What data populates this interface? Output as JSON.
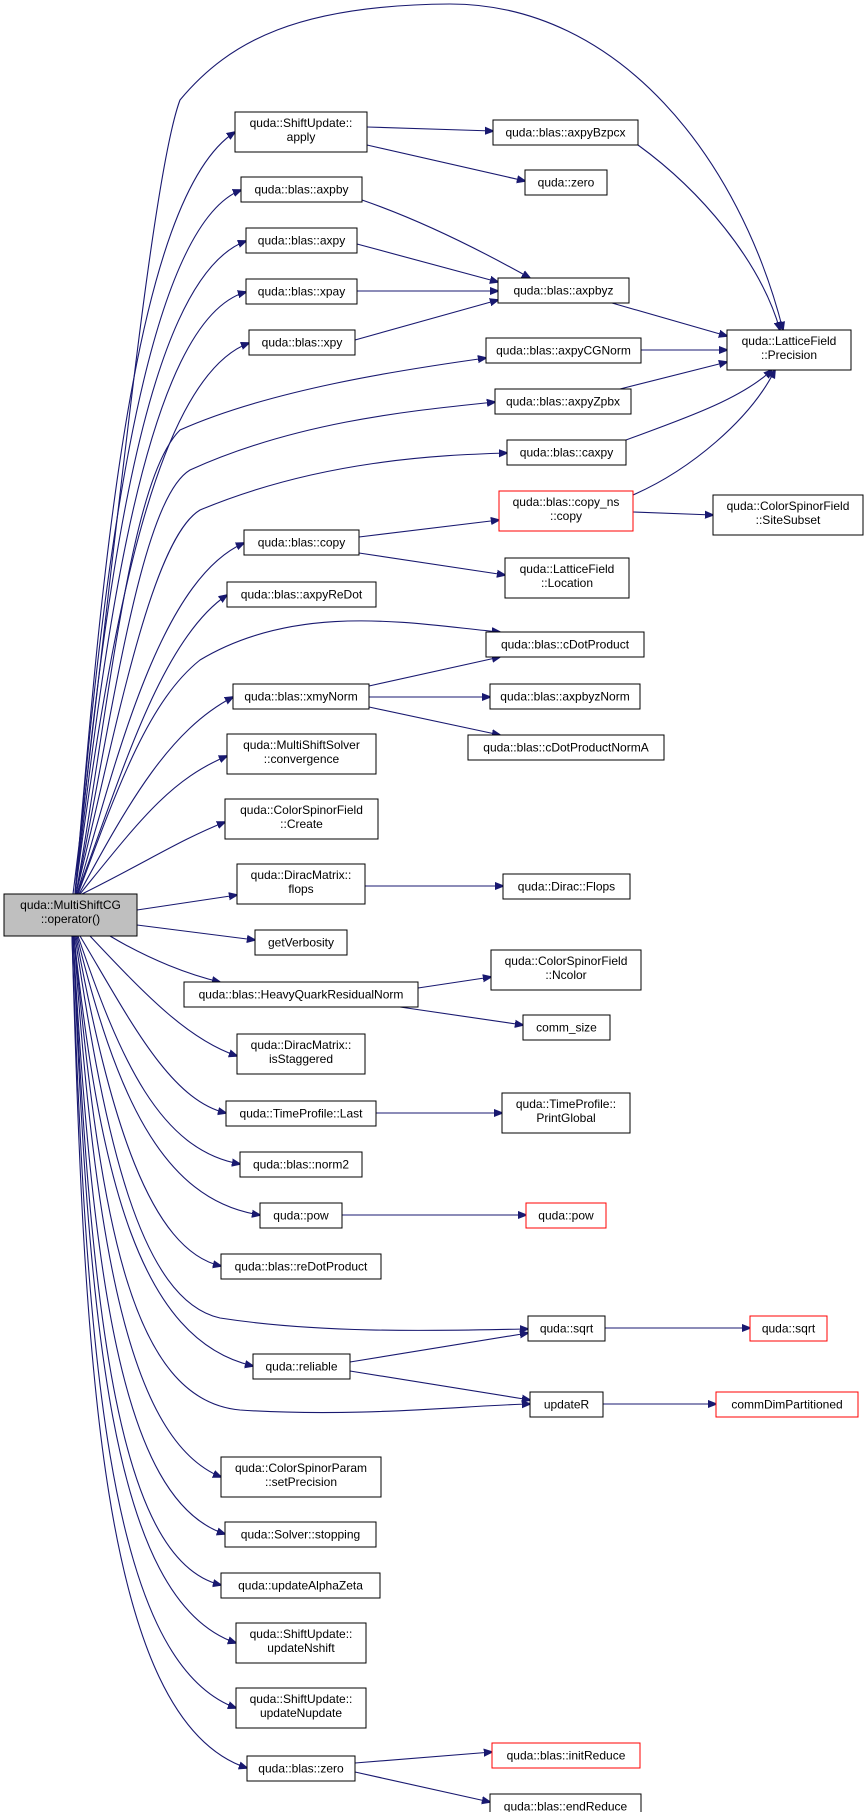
{
  "graph": {
    "colors": {
      "edge": "#191970",
      "box_border": "#000000",
      "truncated_border": "#ff0000",
      "root_fill": "#bfbfbf",
      "background": "#ffffff"
    },
    "nodes": [
      {
        "id": "root",
        "lines": [
          "quda::MultiShiftCG",
          "::operator()"
        ],
        "style": "root"
      },
      {
        "id": "shiftApply",
        "lines": [
          "quda::ShiftUpdate::",
          "apply"
        ]
      },
      {
        "id": "axpyBzpcx",
        "lines": [
          "quda::blas::axpyBzpcx"
        ]
      },
      {
        "id": "zero",
        "lines": [
          "quda::zero"
        ]
      },
      {
        "id": "axpby",
        "lines": [
          "quda::blas::axpby"
        ]
      },
      {
        "id": "axpy",
        "lines": [
          "quda::blas::axpy"
        ]
      },
      {
        "id": "xpay",
        "lines": [
          "quda::blas::xpay"
        ]
      },
      {
        "id": "xpy",
        "lines": [
          "quda::blas::xpy"
        ]
      },
      {
        "id": "axpbyz",
        "lines": [
          "quda::blas::axpbyz"
        ]
      },
      {
        "id": "precision",
        "lines": [
          "quda::LatticeField",
          "::Precision"
        ]
      },
      {
        "id": "axpyCGNorm",
        "lines": [
          "quda::blas::axpyCGNorm"
        ]
      },
      {
        "id": "axpyZpbx",
        "lines": [
          "quda::blas::axpyZpbx"
        ]
      },
      {
        "id": "caxpy",
        "lines": [
          "quda::blas::caxpy"
        ]
      },
      {
        "id": "copyNs",
        "lines": [
          "quda::blas::copy_ns",
          "::copy"
        ],
        "style": "red"
      },
      {
        "id": "siteSubset",
        "lines": [
          "quda::ColorSpinorField",
          "::SiteSubset"
        ]
      },
      {
        "id": "copy",
        "lines": [
          "quda::blas::copy"
        ]
      },
      {
        "id": "location",
        "lines": [
          "quda::LatticeField",
          "::Location"
        ]
      },
      {
        "id": "axpyReDot",
        "lines": [
          "quda::blas::axpyReDot"
        ]
      },
      {
        "id": "cDotProduct",
        "lines": [
          "quda::blas::cDotProduct"
        ]
      },
      {
        "id": "xmyNorm",
        "lines": [
          "quda::blas::xmyNorm"
        ]
      },
      {
        "id": "axpbyzNorm",
        "lines": [
          "quda::blas::axpbyzNorm"
        ]
      },
      {
        "id": "cDotProductNormA",
        "lines": [
          "quda::blas::cDotProductNormA"
        ]
      },
      {
        "id": "convergence",
        "lines": [
          "quda::MultiShiftSolver",
          "::convergence"
        ]
      },
      {
        "id": "create",
        "lines": [
          "quda::ColorSpinorField",
          "::Create"
        ]
      },
      {
        "id": "flops",
        "lines": [
          "quda::DiracMatrix::",
          "flops"
        ]
      },
      {
        "id": "diracFlops",
        "lines": [
          "quda::Dirac::Flops"
        ]
      },
      {
        "id": "getVerbosity",
        "lines": [
          "getVerbosity"
        ]
      },
      {
        "id": "hqrNorm",
        "lines": [
          "quda::blas::HeavyQuarkResidualNorm"
        ]
      },
      {
        "id": "ncolor",
        "lines": [
          "quda::ColorSpinorField",
          "::Ncolor"
        ]
      },
      {
        "id": "commSize",
        "lines": [
          "comm_size"
        ]
      },
      {
        "id": "isStaggered",
        "lines": [
          "quda::DiracMatrix::",
          "isStaggered"
        ]
      },
      {
        "id": "tpLast",
        "lines": [
          "quda::TimeProfile::Last"
        ]
      },
      {
        "id": "printGlobal",
        "lines": [
          "quda::TimeProfile::",
          "PrintGlobal"
        ]
      },
      {
        "id": "norm2",
        "lines": [
          "quda::blas::norm2"
        ]
      },
      {
        "id": "pow",
        "lines": [
          "quda::pow"
        ]
      },
      {
        "id": "pow2",
        "lines": [
          "quda::pow"
        ],
        "style": "red"
      },
      {
        "id": "reDotProduct",
        "lines": [
          "quda::blas::reDotProduct"
        ]
      },
      {
        "id": "sqrt",
        "lines": [
          "quda::sqrt"
        ]
      },
      {
        "id": "sqrt2",
        "lines": [
          "quda::sqrt"
        ],
        "style": "red"
      },
      {
        "id": "reliable",
        "lines": [
          "quda::reliable"
        ]
      },
      {
        "id": "updateR",
        "lines": [
          "updateR"
        ]
      },
      {
        "id": "commDim",
        "lines": [
          "commDimPartitioned"
        ],
        "style": "red"
      },
      {
        "id": "setPrecision",
        "lines": [
          "quda::ColorSpinorParam",
          "::setPrecision"
        ]
      },
      {
        "id": "stopping",
        "lines": [
          "quda::Solver::stopping"
        ]
      },
      {
        "id": "updateAlphaZeta",
        "lines": [
          "quda::updateAlphaZeta"
        ]
      },
      {
        "id": "updateNshift",
        "lines": [
          "quda::ShiftUpdate::",
          "updateNshift"
        ]
      },
      {
        "id": "updateNupdate",
        "lines": [
          "quda::ShiftUpdate::",
          "updateNupdate"
        ]
      },
      {
        "id": "blasZero",
        "lines": [
          "quda::blas::zero"
        ]
      },
      {
        "id": "initReduce",
        "lines": [
          "quda::blas::initReduce"
        ],
        "style": "red"
      },
      {
        "id": "endReduce",
        "lines": [
          "quda::blas::endReduce"
        ]
      }
    ],
    "edges": [
      [
        "root",
        "precision"
      ],
      [
        "root",
        "shiftApply"
      ],
      [
        "root",
        "axpby"
      ],
      [
        "root",
        "axpy"
      ],
      [
        "root",
        "xpay"
      ],
      [
        "root",
        "xpy"
      ],
      [
        "root",
        "axpyCGNorm"
      ],
      [
        "root",
        "axpyZpbx"
      ],
      [
        "root",
        "caxpy"
      ],
      [
        "root",
        "copy"
      ],
      [
        "root",
        "axpyReDot"
      ],
      [
        "root",
        "cDotProduct"
      ],
      [
        "root",
        "xmyNorm"
      ],
      [
        "root",
        "convergence"
      ],
      [
        "root",
        "create"
      ],
      [
        "root",
        "flops"
      ],
      [
        "root",
        "getVerbosity"
      ],
      [
        "root",
        "hqrNorm"
      ],
      [
        "root",
        "isStaggered"
      ],
      [
        "root",
        "tpLast"
      ],
      [
        "root",
        "norm2"
      ],
      [
        "root",
        "pow"
      ],
      [
        "root",
        "reDotProduct"
      ],
      [
        "root",
        "sqrt"
      ],
      [
        "root",
        "reliable"
      ],
      [
        "root",
        "updateR"
      ],
      [
        "root",
        "setPrecision"
      ],
      [
        "root",
        "stopping"
      ],
      [
        "root",
        "updateAlphaZeta"
      ],
      [
        "root",
        "updateNshift"
      ],
      [
        "root",
        "updateNupdate"
      ],
      [
        "root",
        "blasZero"
      ],
      [
        "shiftApply",
        "axpyBzpcx"
      ],
      [
        "shiftApply",
        "zero"
      ],
      [
        "axpyBzpcx",
        "precision"
      ],
      [
        "axpby",
        "axpbyz"
      ],
      [
        "axpy",
        "axpbyz"
      ],
      [
        "xpay",
        "axpbyz"
      ],
      [
        "xpy",
        "axpbyz"
      ],
      [
        "axpbyz",
        "precision"
      ],
      [
        "axpyCGNorm",
        "precision"
      ],
      [
        "axpyZpbx",
        "precision"
      ],
      [
        "caxpy",
        "precision"
      ],
      [
        "copy",
        "copyNs"
      ],
      [
        "copy",
        "location"
      ],
      [
        "copyNs",
        "precision"
      ],
      [
        "copyNs",
        "siteSubset"
      ],
      [
        "xmyNorm",
        "cDotProduct"
      ],
      [
        "xmyNorm",
        "axpbyzNorm"
      ],
      [
        "xmyNorm",
        "cDotProductNormA"
      ],
      [
        "flops",
        "diracFlops"
      ],
      [
        "hqrNorm",
        "ncolor"
      ],
      [
        "hqrNorm",
        "commSize"
      ],
      [
        "tpLast",
        "printGlobal"
      ],
      [
        "pow",
        "pow2"
      ],
      [
        "sqrt",
        "sqrt2"
      ],
      [
        "reliable",
        "sqrt"
      ],
      [
        "reliable",
        "updateR"
      ],
      [
        "updateR",
        "commDim"
      ],
      [
        "blasZero",
        "initReduce"
      ],
      [
        "blasZero",
        "endReduce"
      ]
    ]
  }
}
